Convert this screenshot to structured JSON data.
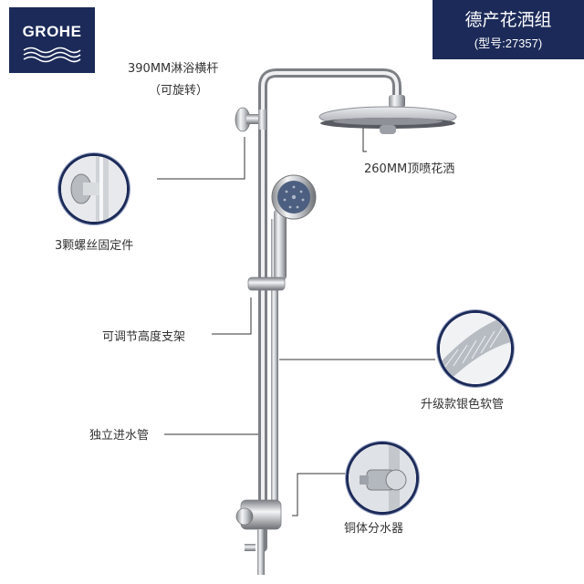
{
  "brand": {
    "logo_text": "GROHE",
    "color": "#1b2a58"
  },
  "title": {
    "main": "德产花洒组",
    "sub": "(型号:27357)"
  },
  "labels": {
    "crossbar_line1": "390MM淋浴横杆",
    "crossbar_line2": "（可旋转）",
    "head_shower": "260MM顶喷花洒",
    "screws": "3颗螺丝固定件",
    "holder": "可调节高度支架",
    "hose": "升级款银色软管",
    "riser": "独立进水管",
    "diverter": "铜体分水器"
  },
  "icons": {
    "logo_waves": "wave-icon",
    "callout_bracket": "wall-bracket-detail",
    "callout_hose": "braided-hose-detail",
    "callout_diverter": "diverter-valve-detail"
  }
}
